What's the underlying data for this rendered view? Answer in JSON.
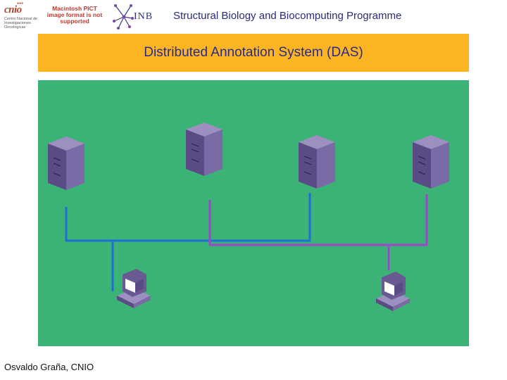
{
  "header": {
    "cnio_logo_text": "cnio",
    "cnio_logo_subtitle": "Centro Nacional de Investigaciones Oncológicas",
    "pict_notice": "Macintosh PICT image format is not supported",
    "inb_logo_text": "INB",
    "programme_title": "Structural Biology and Biocomputing Programme"
  },
  "banner": {
    "title": "Distributed Annotation System (DAS)"
  },
  "diagram": {
    "colors": {
      "background": "#3bb377",
      "blue_link": "#1f6fd6",
      "purple_link": "#a046c8",
      "server": "#6a5a93",
      "client": "#6a5a93"
    },
    "nodes": [
      "server-1",
      "server-2",
      "server-3",
      "server-4",
      "client-1",
      "client-2"
    ]
  },
  "footer": {
    "author": "Osvaldo Graña, CNIO"
  }
}
